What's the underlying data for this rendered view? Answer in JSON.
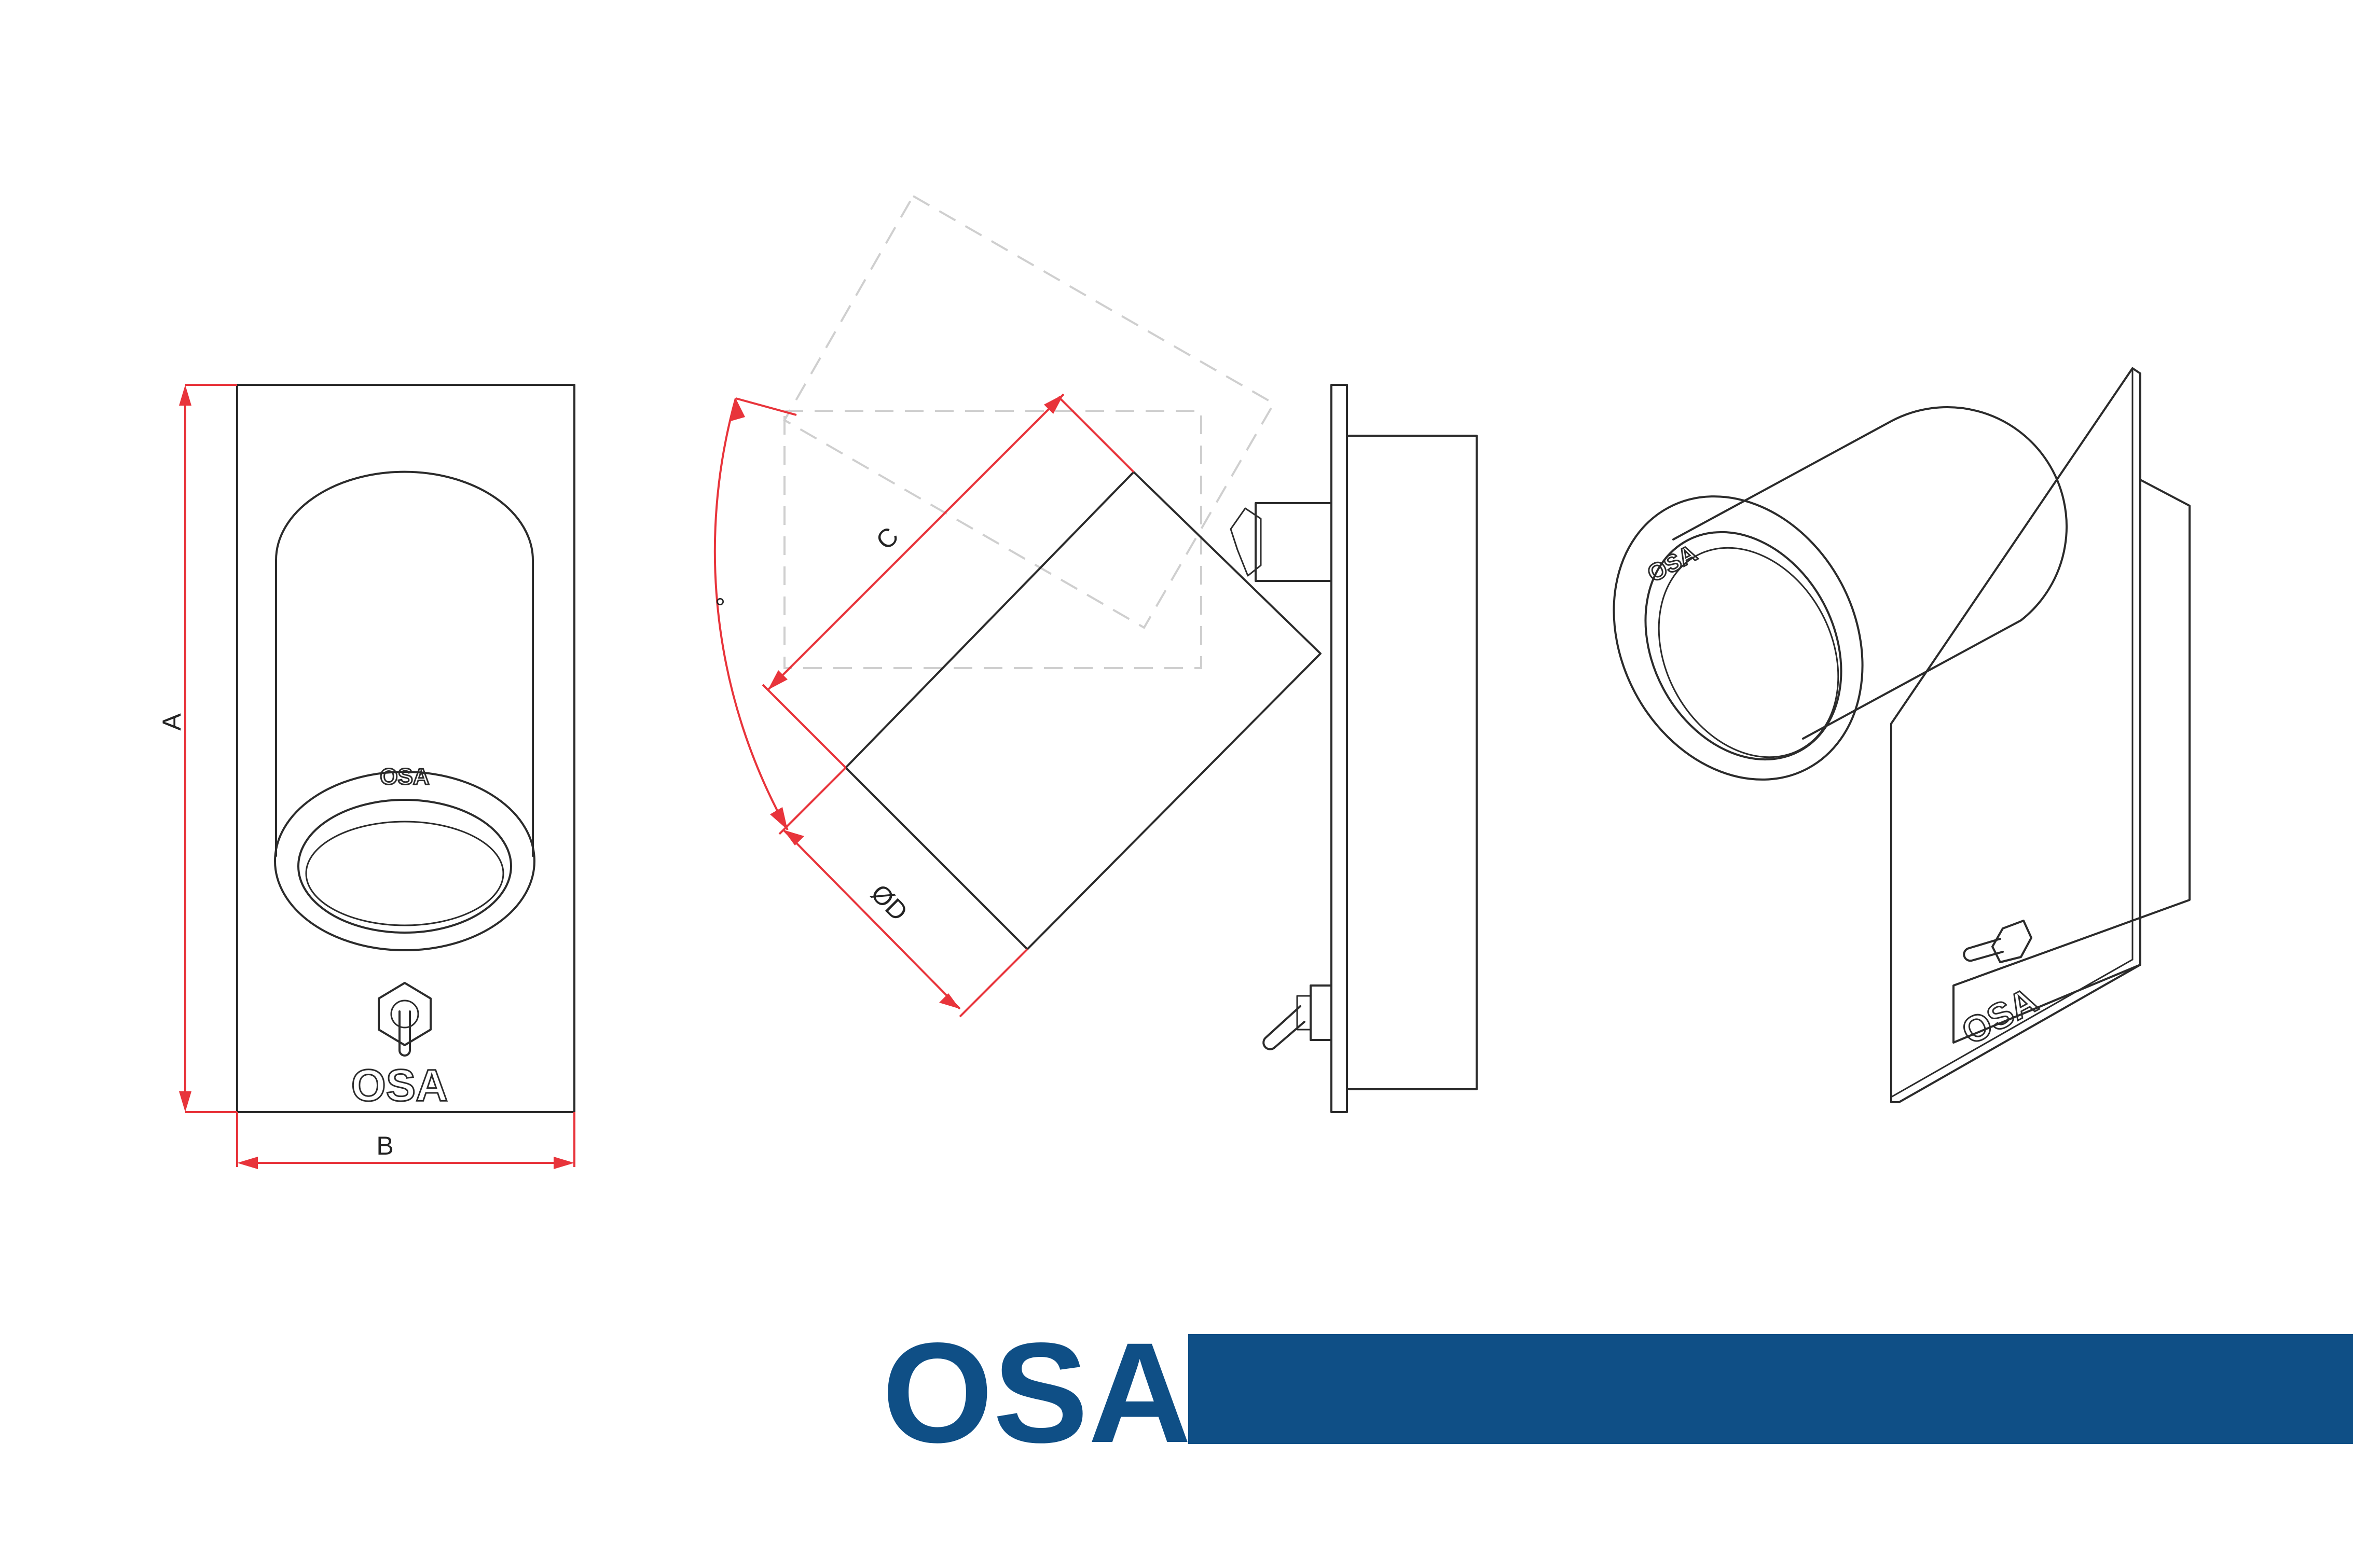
{
  "dimensions": {
    "height": "A",
    "width": "B",
    "length": "C",
    "diameter": "ØD",
    "angle": "°"
  },
  "logo": {
    "text": "OSA",
    "band_color": "#0f4f86"
  },
  "colors": {
    "line": "#2b2b2b",
    "dimension": "#e8343b",
    "ghost": "#cfcfcf"
  }
}
